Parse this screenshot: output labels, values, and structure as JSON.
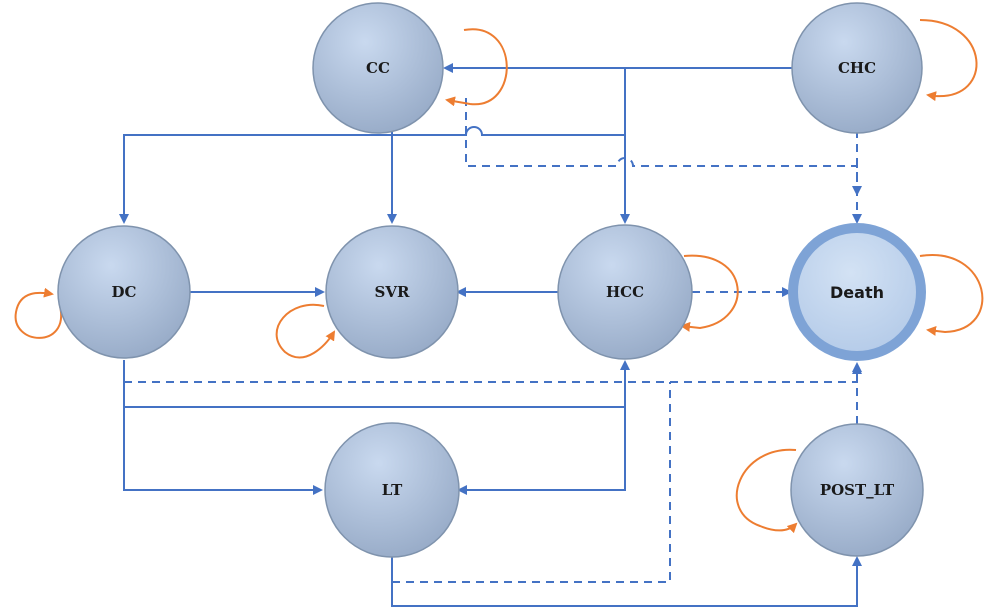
{
  "colors": {
    "edge": "#4472c4",
    "self_loop": "#ed7d31",
    "node_fill_top": "#c5d6ec",
    "node_fill_bottom": "#95a9c6",
    "node_stroke": "#7f93ad",
    "death_ring": "#7ea3d6",
    "death_fill": "#bcd2ec"
  },
  "nodes": {
    "cc": "CC",
    "chc": "CHC",
    "dc": "DC",
    "svr": "SVR",
    "hcc": "HCC",
    "death": "Death",
    "lt": "LT",
    "post_lt": "POST_LT"
  }
}
